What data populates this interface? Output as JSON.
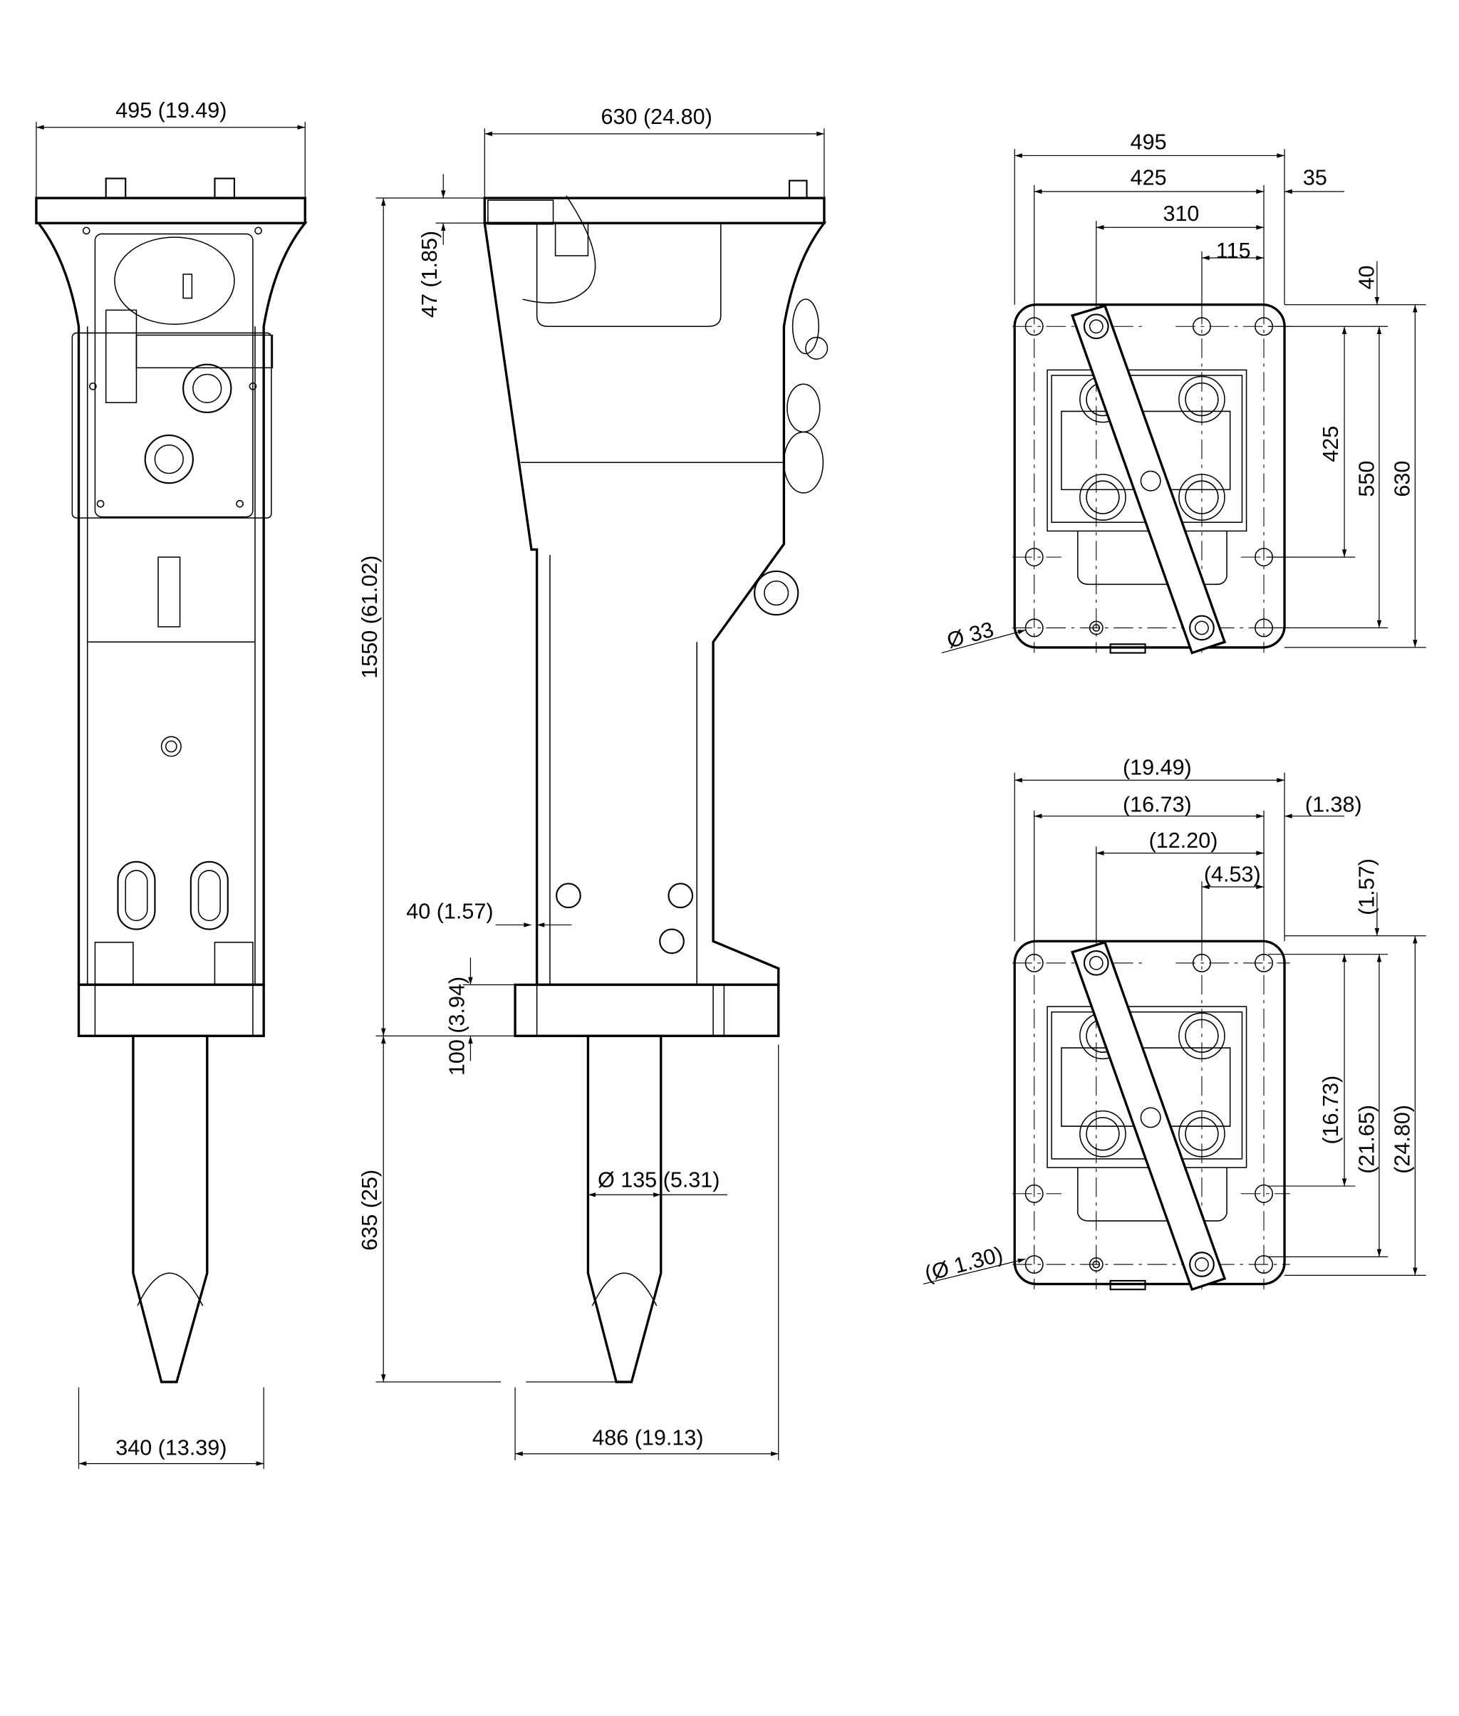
{
  "front_view": {
    "width_top": "495 (19.49)",
    "width_bottom": "340 (13.39)"
  },
  "side_view": {
    "width_top": "630 (24.80)",
    "height_total": "1550 (61.02)",
    "plate_thickness": "47 (1.85)",
    "offset": "40 (1.57)",
    "collar_height": "100 (3.94)",
    "tool_length": "635 (25)",
    "tool_diameter": "Ø 135 (5.31)",
    "width_bottom": "486 (19.13)"
  },
  "plate_mm": {
    "w_total": "495",
    "w_holes": "425",
    "edge": "35",
    "w_mid": "310",
    "w_small": "115",
    "top_edge": "40",
    "h_inner": "425",
    "h_holes": "550",
    "h_total": "630",
    "hole_dia": "Ø 33"
  },
  "plate_in": {
    "w_total": "(19.49)",
    "w_holes": "(16.73)",
    "edge": "(1.38)",
    "w_mid": "(12.20)",
    "w_small": "(4.53)",
    "top_edge": "(1.57)",
    "h_inner": "(16.73)",
    "h_holes": "(21.65)",
    "h_total": "(24.80)",
    "hole_dia": "(Ø 1.30)"
  }
}
